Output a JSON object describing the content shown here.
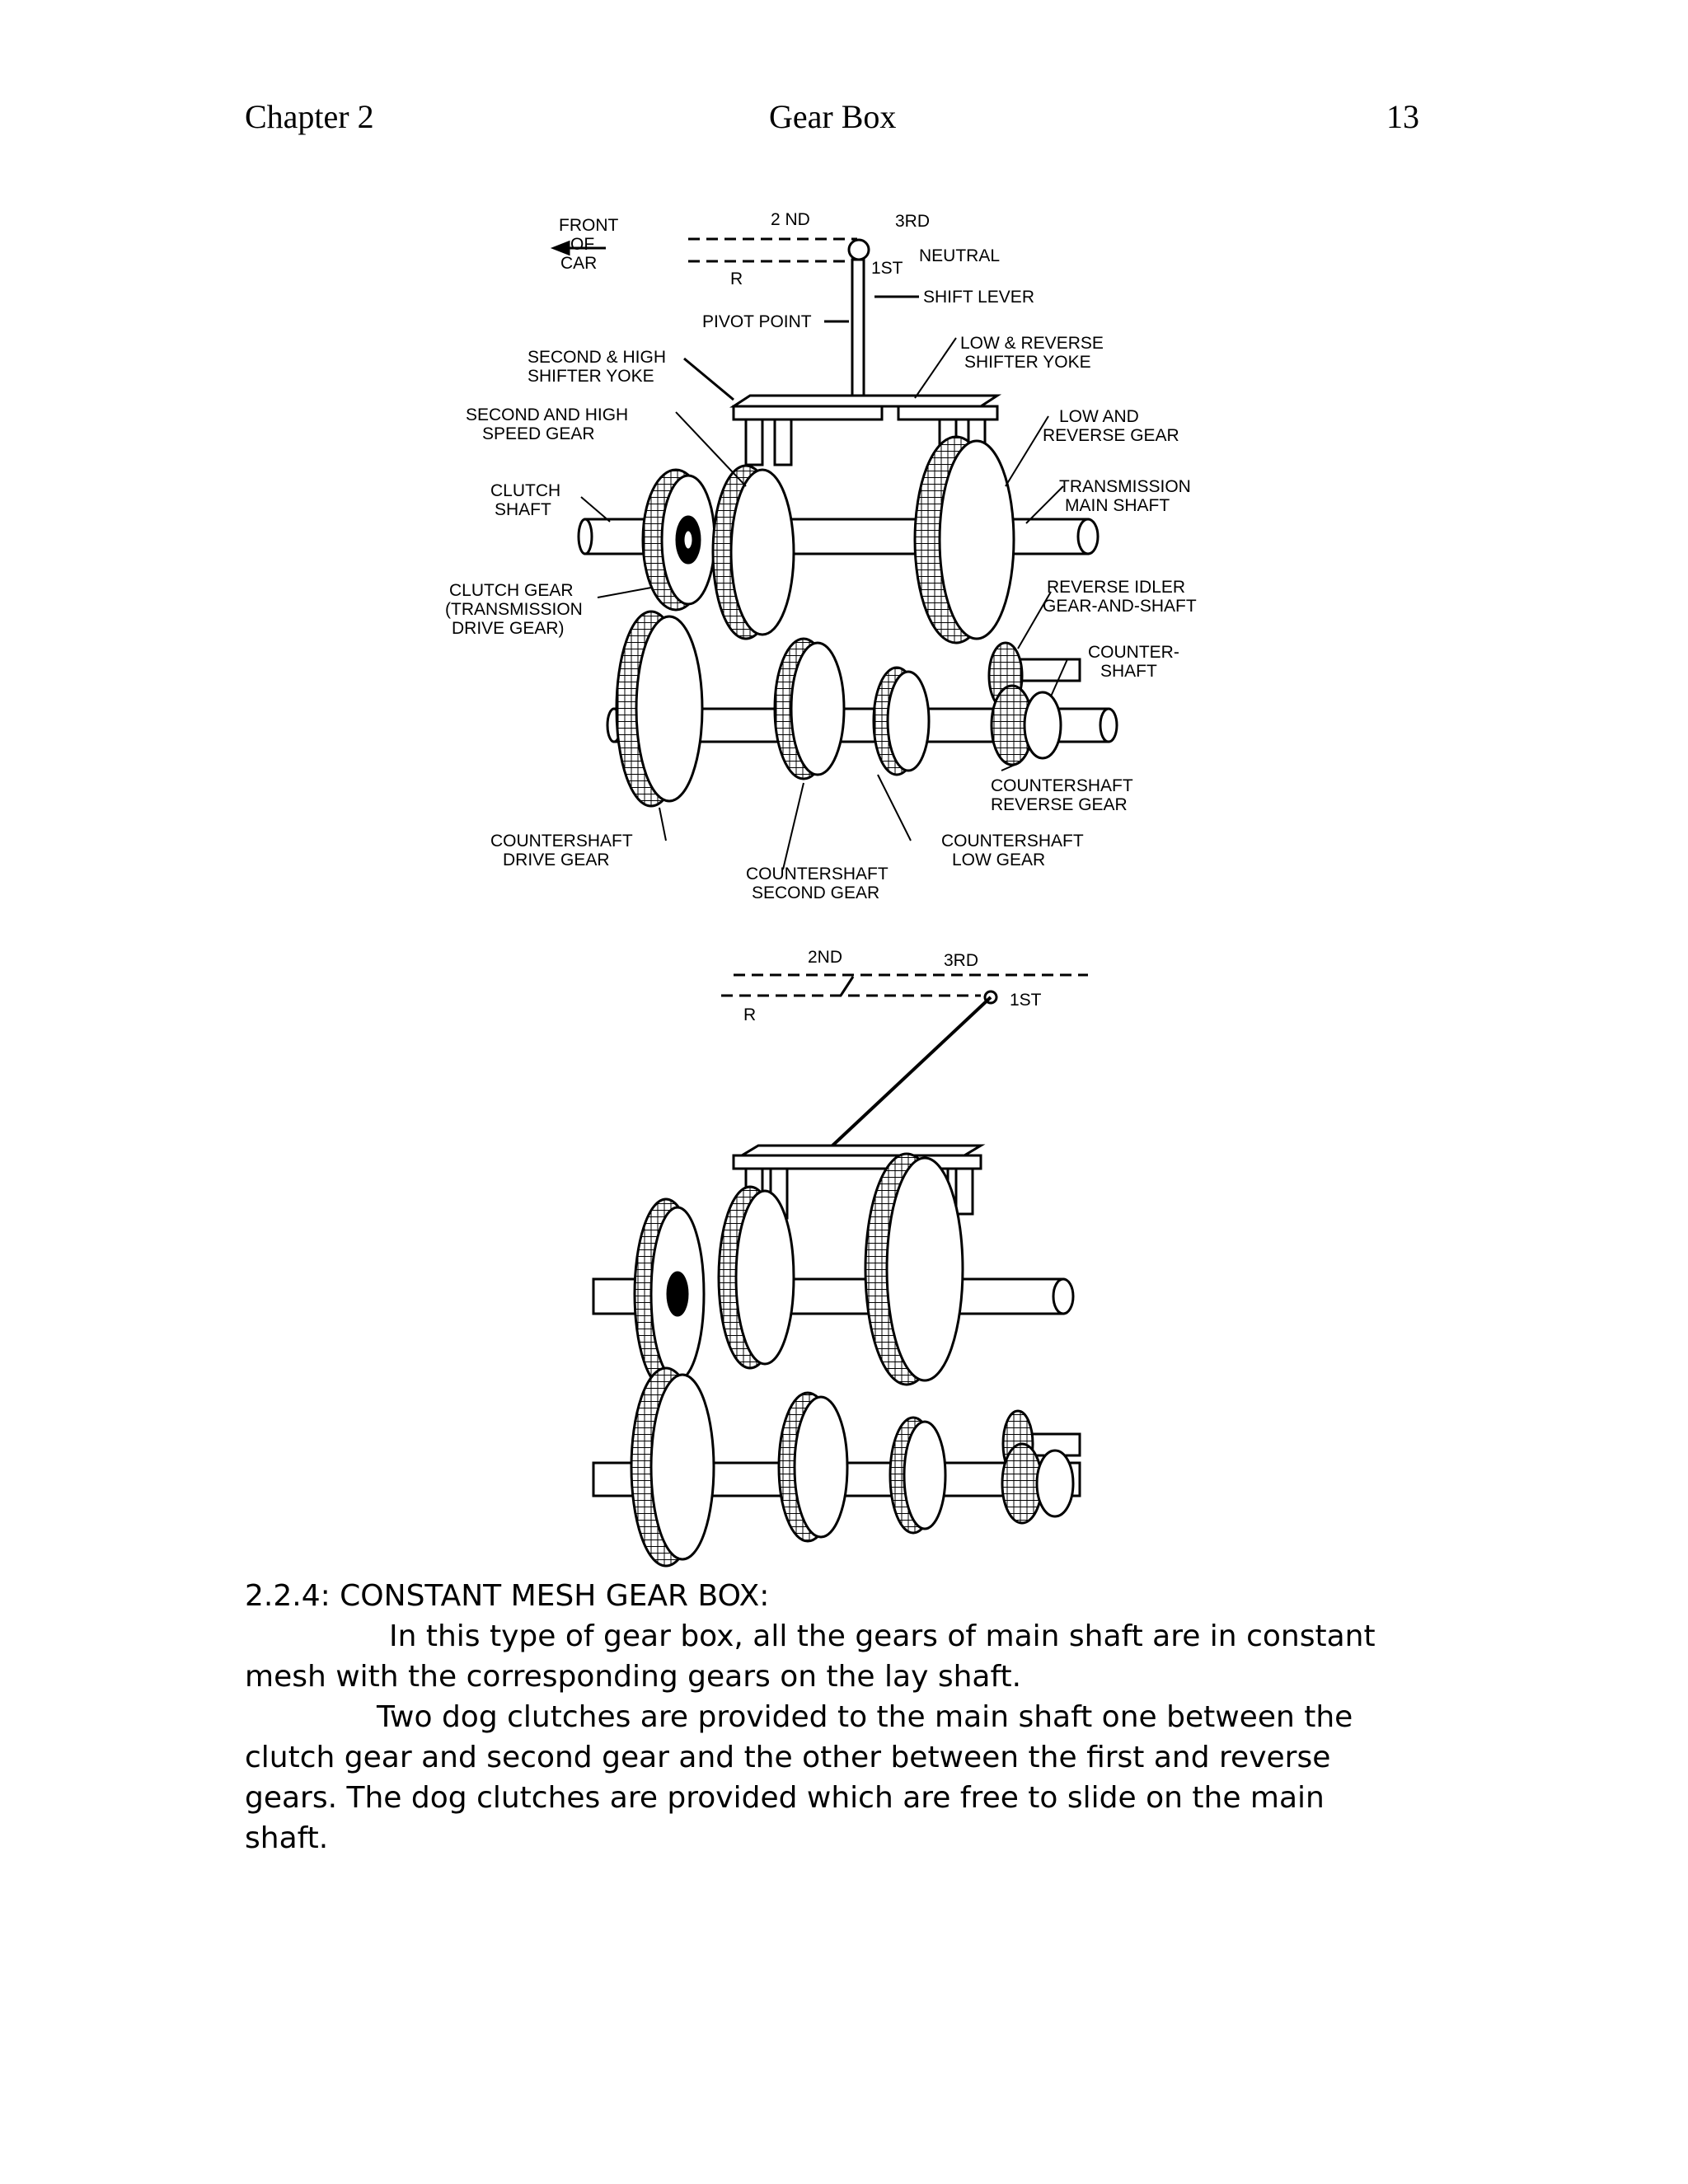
{
  "header": {
    "chapter": "Chapter 2",
    "title": "Gear Box",
    "page_number": "13"
  },
  "figure1": {
    "labels": {
      "front_of_car_1": "FRONT",
      "front_of_car_2": "OF",
      "front_of_car_3": "CAR",
      "gear_2nd": "2 ND",
      "gear_3rd": "3RD",
      "neutral": "NEUTRAL",
      "gear_r": "R",
      "gear_1st": "1ST",
      "shift_lever": "SHIFT LEVER",
      "pivot_point": "PIVOT POINT",
      "second_high_yoke_1": "SECOND & HIGH",
      "second_high_yoke_2": "SHIFTER YOKE",
      "low_reverse_yoke_1": "LOW & REVERSE",
      "low_reverse_yoke_2": "SHIFTER YOKE",
      "second_high_gear_1": "SECOND AND HIGH",
      "second_high_gear_2": "SPEED GEAR",
      "low_reverse_gear_1": "LOW AND",
      "low_reverse_gear_2": "REVERSE GEAR",
      "clutch_shaft_1": "CLUTCH",
      "clutch_shaft_2": "SHAFT",
      "main_shaft_1": "TRANSMISSION",
      "main_shaft_2": "MAIN SHAFT",
      "clutch_gear_1": "CLUTCH GEAR",
      "clutch_gear_2": "(TRANSMISSION",
      "clutch_gear_3": "DRIVE GEAR)",
      "idler_1": "REVERSE IDLER",
      "idler_2": "GEAR-AND-SHAFT",
      "countershaft_1": "COUNTER-",
      "countershaft_2": "SHAFT",
      "cs_reverse_1": "COUNTERSHAFT",
      "cs_reverse_2": "REVERSE GEAR",
      "cs_drive_1": "COUNTERSHAFT",
      "cs_drive_2": "DRIVE GEAR",
      "cs_low_1": "COUNTERSHAFT",
      "cs_low_2": "LOW GEAR",
      "cs_second_1": "COUNTERSHAFT",
      "cs_second_2": "SECOND GEAR"
    }
  },
  "figure2": {
    "labels": {
      "gear_2nd": "2ND",
      "gear_3rd": "3RD",
      "gear_r": "R",
      "gear_1st": "1ST"
    }
  },
  "section": {
    "heading": "2.2.4:  CONSTANT MESH GEAR BOX:",
    "para1": "In this type of gear box, all the gears of main shaft are in constant mesh with the corresponding gears on the lay shaft.",
    "para2": "Two dog clutches are provided to the main shaft one between the clutch gear and second gear and the other between the first and reverse gears. The dog clutches are provided which are free to slide on the main shaft."
  }
}
